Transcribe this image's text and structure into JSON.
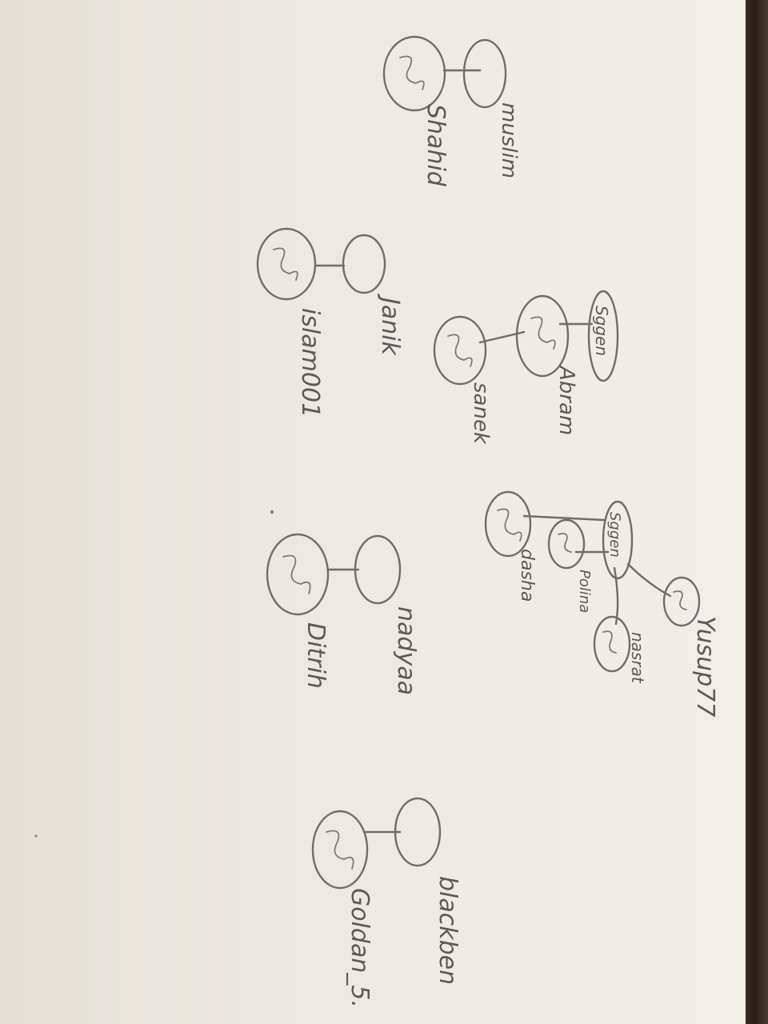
{
  "labels": {
    "muslim": "muslim",
    "shahid": "Shahid",
    "janik": "Janik",
    "islam": "islam001",
    "sggen_top": "Sggen",
    "abram": "Abram",
    "sanek": "sanek",
    "sggen_right": "Sggen",
    "polina": "Polina",
    "dasha": "dasha",
    "yusup": "Yusup77",
    "nasrat": "nasrat",
    "nadyaa": "nadyaa",
    "ditrih": "Ditrih",
    "blackben": "blackben",
    "goldan": "Goldan_5."
  },
  "node_marks": {
    "marked_glyph": "m-scribble",
    "plain": "empty"
  }
}
